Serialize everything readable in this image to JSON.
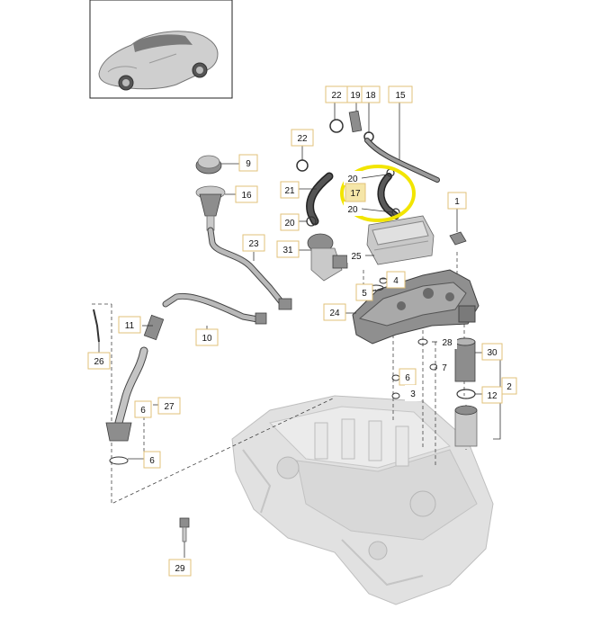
{
  "labels": [
    {
      "id": "9",
      "text": "9"
    },
    {
      "id": "16",
      "text": "16"
    },
    {
      "id": "23",
      "text": "23"
    },
    {
      "id": "11",
      "text": "11"
    },
    {
      "id": "10",
      "text": "10"
    },
    {
      "id": "26",
      "text": "26"
    },
    {
      "id": "27",
      "text": "27"
    },
    {
      "id": "6a",
      "text": "6"
    },
    {
      "id": "6b",
      "text": "6"
    },
    {
      "id": "6c",
      "text": "6"
    },
    {
      "id": "29",
      "text": "29"
    },
    {
      "id": "22a",
      "text": "22"
    },
    {
      "id": "19",
      "text": "19"
    },
    {
      "id": "18",
      "text": "18"
    },
    {
      "id": "15",
      "text": "15"
    },
    {
      "id": "22b",
      "text": "22"
    },
    {
      "id": "21",
      "text": "21"
    },
    {
      "id": "20a",
      "text": "20"
    },
    {
      "id": "20b",
      "text": "20"
    },
    {
      "id": "20c",
      "text": "20"
    },
    {
      "id": "17",
      "text": "17"
    },
    {
      "id": "31",
      "text": "31"
    },
    {
      "id": "25",
      "text": "25"
    },
    {
      "id": "4",
      "text": "4"
    },
    {
      "id": "5",
      "text": "5"
    },
    {
      "id": "24",
      "text": "24"
    },
    {
      "id": "1",
      "text": "1"
    },
    {
      "id": "28",
      "text": "28"
    },
    {
      "id": "30",
      "text": "30"
    },
    {
      "id": "7",
      "text": "7"
    },
    {
      "id": "3",
      "text": "3"
    },
    {
      "id": "12",
      "text": "12"
    },
    {
      "id": "2",
      "text": "2"
    }
  ],
  "highlight": {
    "target": "17",
    "color": "#f2e500"
  },
  "colors": {
    "label_border": "#e2c27a",
    "label_highlight_fill": "#f5e6a8"
  }
}
